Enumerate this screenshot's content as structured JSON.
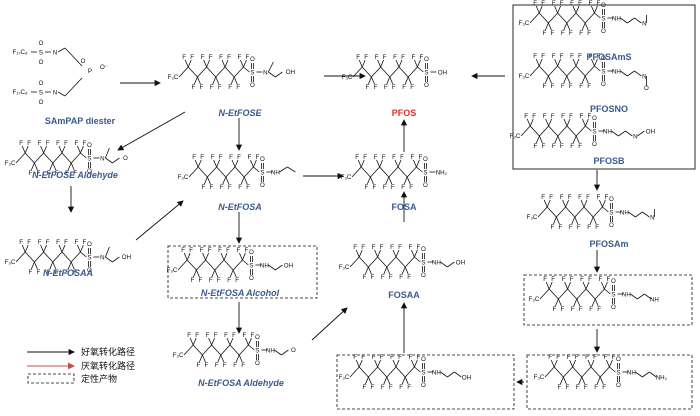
{
  "compounds": {
    "sampap": "SAmPAP diester",
    "n_etfose": "N-EtFOSE",
    "pfos": "PFOS",
    "pfosams": "PFOSAmS",
    "pfosno": "PFOSNO",
    "pfosb": "PFOSB",
    "n_etfose_aldehyde": "N-EtFOSE Aldehyde",
    "n_etfosa": "N-EtFOSA",
    "fosa": "FOSA",
    "pfosam": "PFOSAm",
    "n_etfosaa": "N-EtFOSAA",
    "n_etfosa_alcohol": "N-EtFOSA Alcohol",
    "fosaa": "FOSAA",
    "n_etfosa_aldehyde": "N-EtFOSA Aldehyde"
  },
  "legend": {
    "aerobic": "好氧转化路径",
    "anaerobic": "厌氧转化路径",
    "qualitative": "定性产物"
  },
  "colors": {
    "label_blue": "#3a5a8f",
    "label_red": "#d6322a",
    "anaerobic_arrow": "#c0504d"
  },
  "atoms": {
    "F": "F",
    "F3C": "F",
    "S": "S",
    "O": "O",
    "N": "N",
    "H": "H",
    "OH": "OH",
    "NH2": "NH₂",
    "P": "P",
    "O_minus": "O⁻",
    "C8F17": "F₁₇C₈"
  }
}
